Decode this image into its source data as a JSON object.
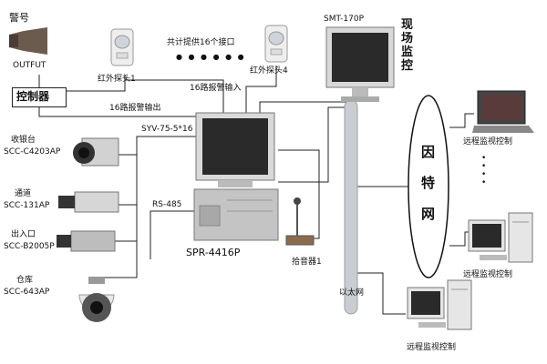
{
  "alarm": {
    "title": "警号",
    "output": "OUTFUT"
  },
  "controller": {
    "label": "控制器"
  },
  "ir1": {
    "label": "红外探头1"
  },
  "ir4": {
    "label": "红外探头4"
  },
  "ports_note": {
    "label": "共计提供16个接口",
    "dots": "● ● ● ● ● ●"
  },
  "alarm_in": {
    "label": "16路报警输入"
  },
  "alarm_out": {
    "label": "16路报警输出"
  },
  "monitor": {
    "model": "SMT-170P",
    "title": [
      "现",
      "场",
      "监",
      "控"
    ]
  },
  "cable": {
    "label": "SYV-75-5*16"
  },
  "rs485": {
    "label": "RS-485"
  },
  "dvr": {
    "label": "SPR-4416P"
  },
  "pickup": {
    "label": "拾音器1"
  },
  "cameras": [
    {
      "title": "收银台",
      "model": "SCC-C4203AP"
    },
    {
      "title": "通道",
      "model": "SCC-131AP"
    },
    {
      "title": "出入口",
      "model": "SCC-B2005P"
    },
    {
      "title": "仓库",
      "model": "SCC-643AP"
    }
  ],
  "ethernet": {
    "label": "以太网"
  },
  "internet": {
    "chars": [
      "因",
      "特",
      "网"
    ]
  },
  "remote": {
    "label": "远程监视控制",
    "vdots": "•\n•\n•\n•"
  },
  "colors": {
    "line": "#222222",
    "ethernet_bar": "#c9ccd0",
    "device_gray": "#b8b8b8",
    "screen": "#2a2a2a"
  }
}
